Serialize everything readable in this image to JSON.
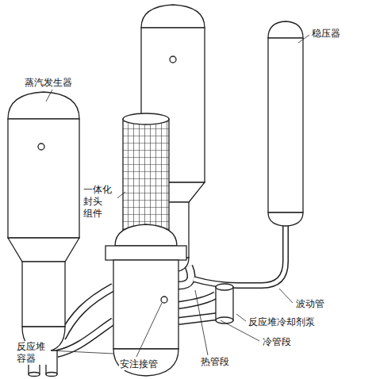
{
  "diagram": {
    "labels": [
      "稳压器",
      "蒸汽发生器",
      "一体化 封头 组件",
      "波动管",
      "反应堆冷却剂泵",
      "冷管段",
      "热管段",
      "安注接管",
      "反应堆 容器"
    ]
  }
}
